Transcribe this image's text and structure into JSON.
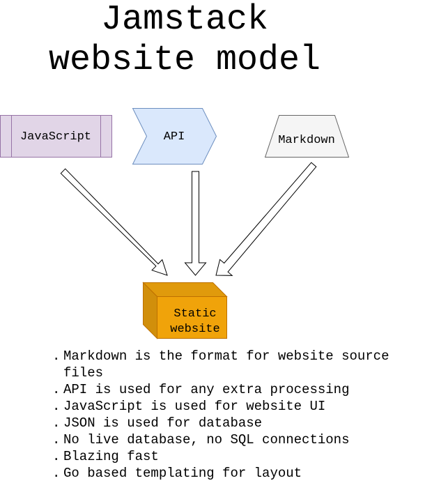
{
  "title": {
    "line1": "Jamstack",
    "line2": "website model"
  },
  "nodes": {
    "javascript": {
      "label": "JavaScript",
      "fill": "#e1d5e7",
      "stroke": "#9673a6"
    },
    "api": {
      "label": "API",
      "fill": "#dae8fc",
      "stroke": "#6c8ebf"
    },
    "markdown": {
      "label": "Markdown",
      "fill": "#f5f5f5",
      "stroke": "#666666"
    },
    "static_website": {
      "label_line1": "Static",
      "label_line2": "website",
      "fill": "#f0a30a",
      "stroke": "#bd7000"
    }
  },
  "bullets": [
    "Markdown is the format for website source files",
    "API is used for any extra processing",
    "JavaScript is used for website UI",
    "JSON is used for database",
    "No live database, no SQL connections",
    "Blazing fast",
    "Go based templating for layout"
  ]
}
